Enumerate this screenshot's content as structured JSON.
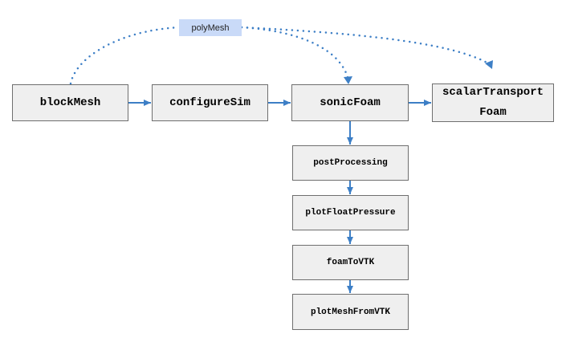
{
  "diagram": {
    "nodes": {
      "blockMesh": "blockMesh",
      "configureSim": "configureSim",
      "sonicFoam": "sonicFoam",
      "scalarTransport_line1": "scalarTransport",
      "scalarTransport_line2": "Foam",
      "postProcessing": "postProcessing",
      "plotFloatPressure": "plotFloatPressure",
      "foamToVTK": "foamToVTK",
      "plotMeshFromVTK": "plotMeshFromVTK"
    },
    "edge_label": "polyMesh",
    "colors": {
      "arrow": "#3d7fc6",
      "node_fill": "#efefef",
      "node_border": "#6f6f6f",
      "label_fill": "#c9daf8"
    }
  }
}
